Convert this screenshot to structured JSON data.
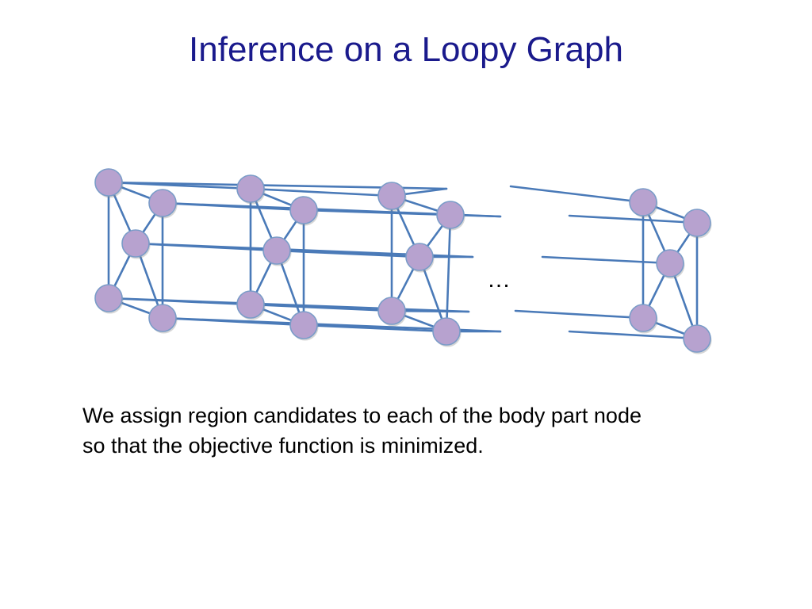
{
  "slide": {
    "title": "Inference on a Loopy Graph",
    "caption_lines": [
      "We assign region candidates to each of the body part node",
      "so that the objective function is minimized."
    ]
  },
  "diagram": {
    "ellipsis": "…",
    "colors": {
      "node_fill": "#b7a2cf",
      "node_stroke": "#7a9cc8",
      "edge": "#4a7ab8",
      "title": "#1a1a8c"
    }
  }
}
